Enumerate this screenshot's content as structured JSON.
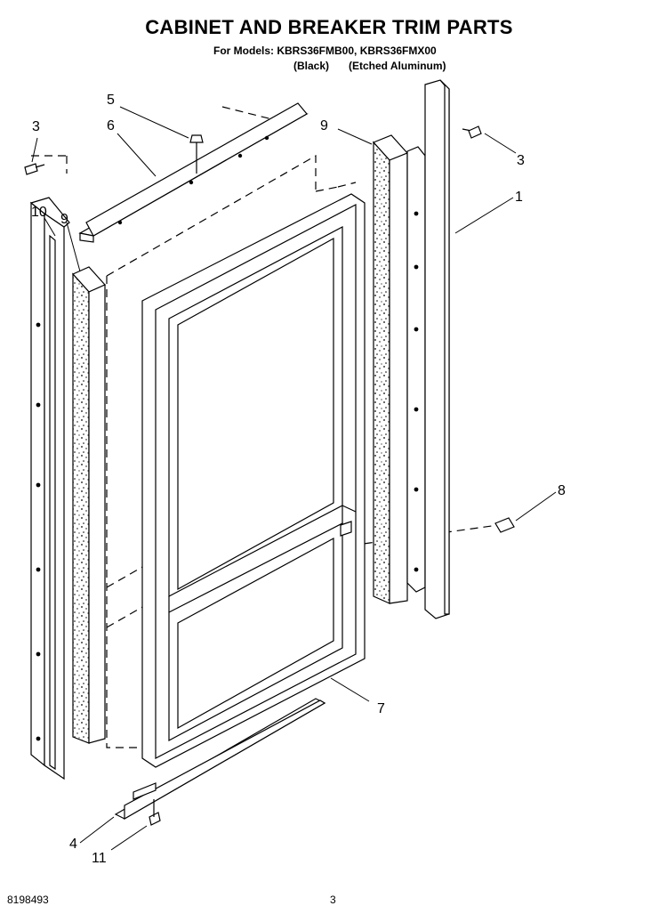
{
  "header": {
    "title": "CABINET AND BREAKER TRIM PARTS",
    "models_line": "For Models: KBRS36FMB00, KBRS36FMX00",
    "finish_black": "(Black)",
    "finish_aluminum": "(Etched Aluminum)"
  },
  "callouts": [
    "5",
    "6",
    "3",
    "9",
    "10",
    "9",
    "3",
    "1",
    "8",
    "7",
    "4",
    "11"
  ],
  "footer": {
    "doc_number": "8198493",
    "page_number": "3"
  }
}
